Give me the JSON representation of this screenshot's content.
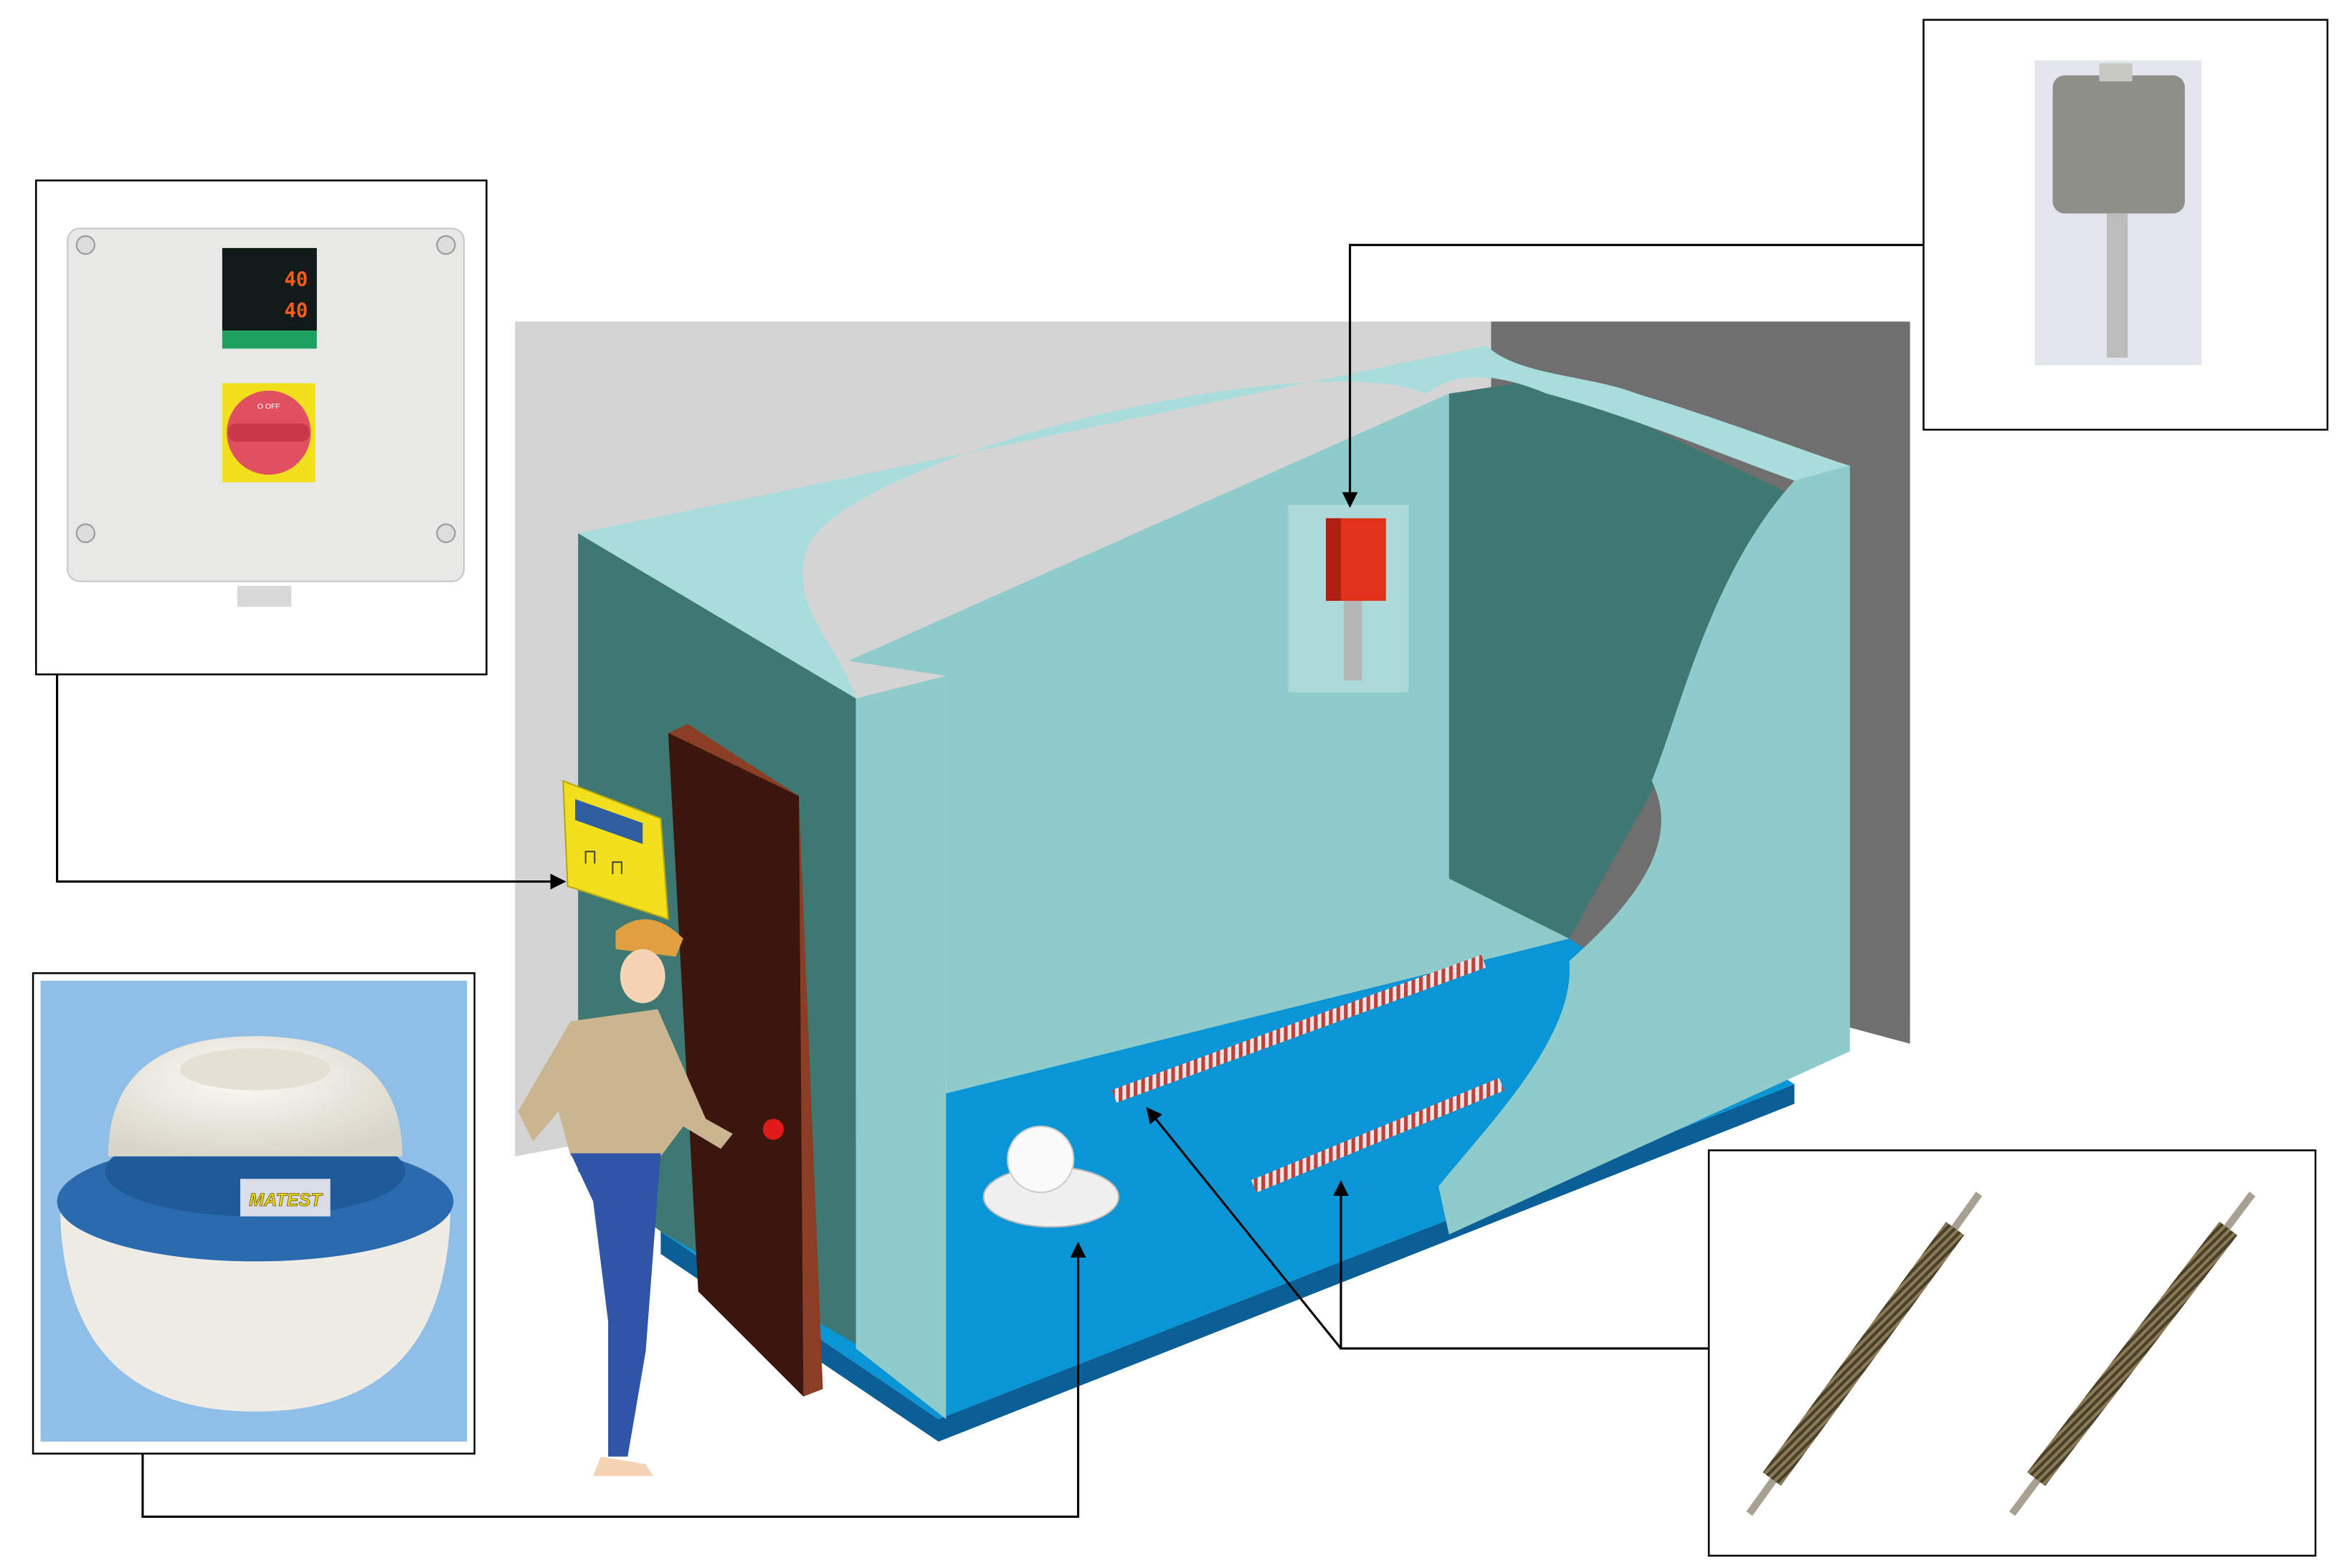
{
  "diagram": {
    "controller_panel": {
      "display_top": "40",
      "display_bottom": "40",
      "switch_label": "O OFF"
    },
    "humidifier": {
      "brand": "MATEST"
    },
    "colors": {
      "wall_light": "#8ecbca",
      "wall_dark": "#3f7772",
      "floor": "#0a96d6",
      "door": "#3a160e",
      "sensor": "#e2321c",
      "control_box": "#f2e01c"
    }
  }
}
